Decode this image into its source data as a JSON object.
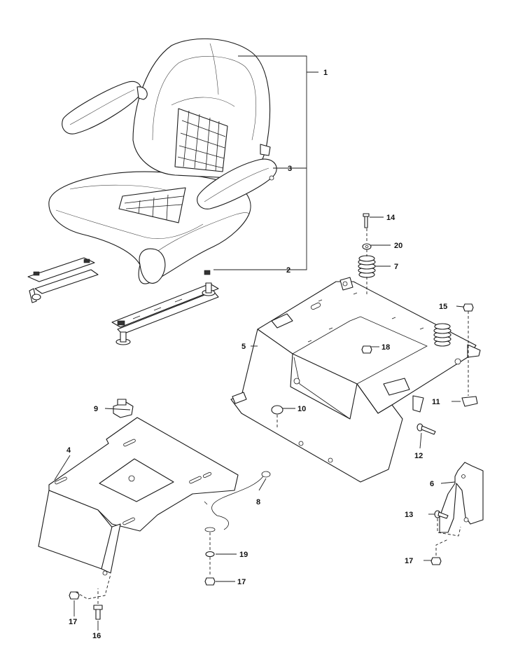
{
  "callouts": {
    "c1": "1",
    "c2": "2",
    "c3": "3",
    "c4": "4",
    "c5": "5",
    "c6": "6",
    "c7": "7",
    "c8": "8",
    "c9": "9",
    "c10": "10",
    "c11": "11",
    "c12": "12",
    "c13": "13",
    "c14": "14",
    "c15": "15",
    "c16": "16",
    "c17a": "17",
    "c17b": "17",
    "c17c": "17",
    "c18": "18",
    "c19": "19",
    "c20": "20"
  }
}
